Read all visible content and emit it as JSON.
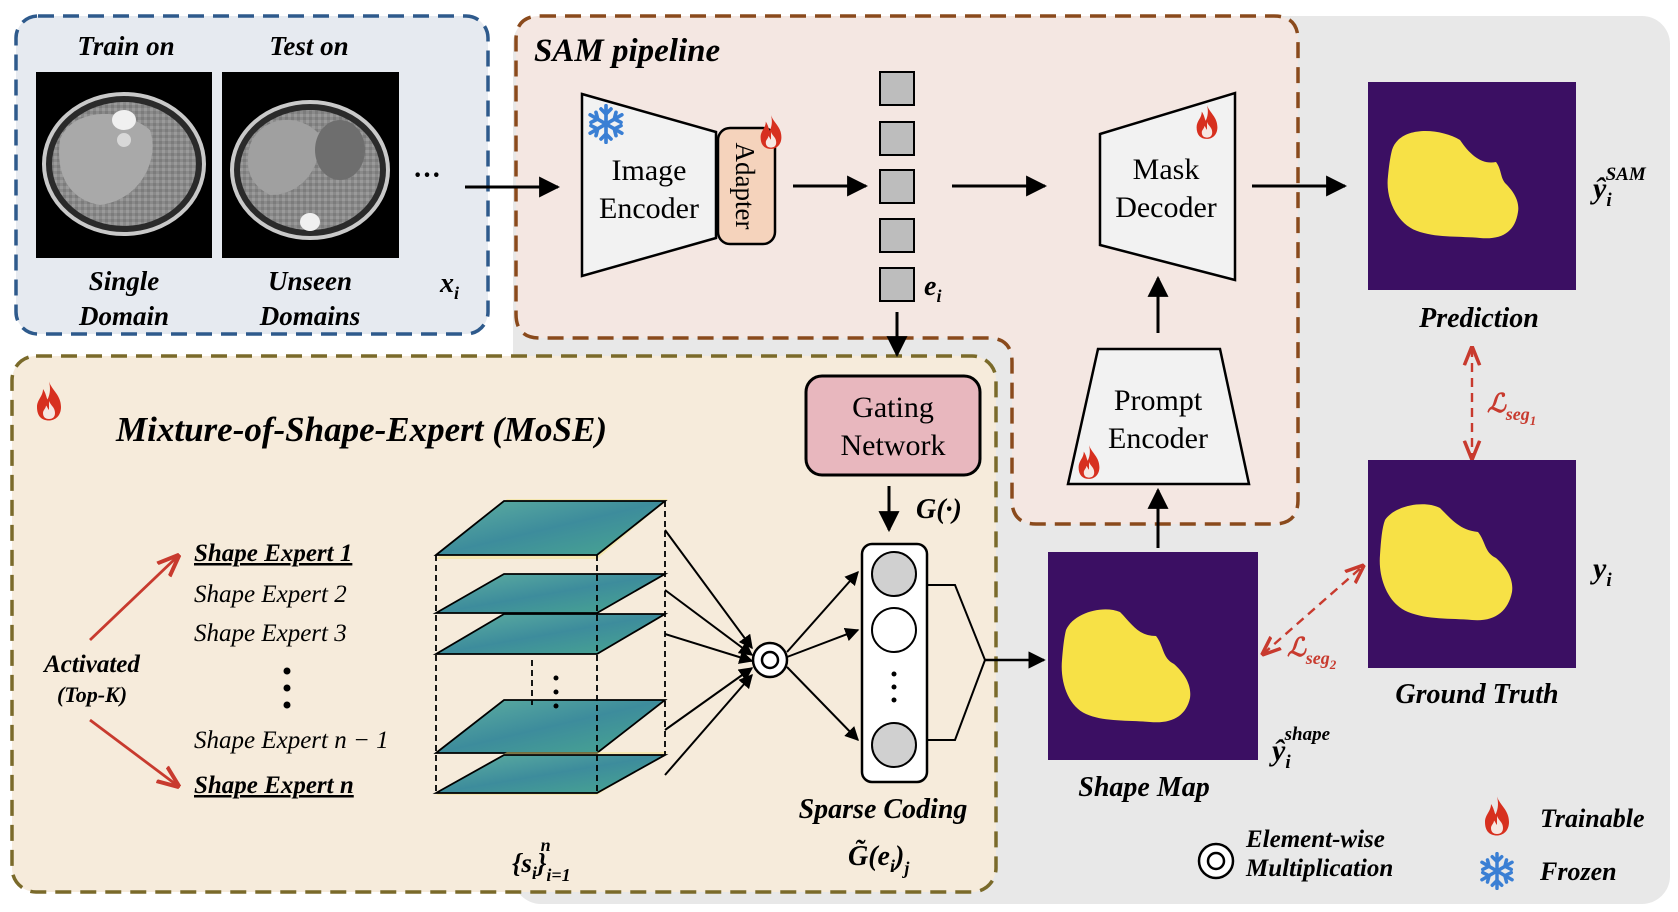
{
  "input": {
    "train_heading": "Train on",
    "test_heading": "Test on",
    "train_caption_line1": "Single",
    "train_caption_line2": "Domain",
    "test_caption_line1": "Unseen",
    "test_caption_line2": "Domains",
    "ellipsis": "···",
    "x_label": "x",
    "x_sub": "i"
  },
  "sam": {
    "title": "SAM pipeline",
    "image_encoder_line1": "Image",
    "image_encoder_line2": "Encoder",
    "adapter": "Adapter",
    "embedding_label": "e",
    "embedding_sub": "i",
    "mask_decoder_line1": "Mask",
    "mask_decoder_line2": "Decoder",
    "prompt_encoder_line1": "Prompt",
    "prompt_encoder_line2": "Encoder"
  },
  "mose": {
    "title": "Mixture-of-Shape-Expert (MoSE)",
    "gating_line1": "Gating",
    "gating_line2": "Network",
    "gating_output": "G(·)",
    "activated_line1": "Activated",
    "activated_line2": "(Top-K)",
    "experts": [
      {
        "label": "Shape Expert 1",
        "active": true
      },
      {
        "label": "Shape Expert 2",
        "active": false
      },
      {
        "label": "Shape Expert 3",
        "active": false
      },
      {
        "label": "Shape Expert n − 1",
        "active": false
      },
      {
        "label": "Shape Expert n",
        "active": true
      }
    ],
    "stack_label": "{s",
    "stack_sub": "i",
    "stack_suffix": "}",
    "stack_range_sub": "i=1",
    "stack_range_sup": "n",
    "sparse_coding": "Sparse Coding",
    "sparse_formula": "G̃(e",
    "sparse_formula_sub": "i",
    "sparse_formula_end": ")",
    "sparse_formula_j": "j"
  },
  "outputs": {
    "prediction": "Prediction",
    "prediction_symbol": "ŷ",
    "prediction_sub": "i",
    "prediction_sup": "SAM",
    "ground_truth": "Ground Truth",
    "gt_symbol": "y",
    "gt_sub": "i",
    "shape_map": "Shape Map",
    "shape_symbol": "ŷ",
    "shape_sub": "i",
    "shape_sup": "shape",
    "loss1": "ℒ",
    "loss1_sub": "seg",
    "loss1_subsub": "1",
    "loss2": "ℒ",
    "loss2_sub": "seg",
    "loss2_subsub": "2"
  },
  "legend": {
    "multiplication_line1": "Element-wise",
    "multiplication_line2": "Multiplication",
    "trainable": "Trainable",
    "frozen": "Frozen"
  },
  "colors": {
    "input_panel_bg": "#e6eaf0",
    "input_panel_border": "#2e5a8c",
    "sam_panel_bg": "#f4e7e2",
    "sam_panel_border": "#8a4a1c",
    "mose_panel_bg": "#f6ebdb",
    "mose_panel_border": "#7a6a2a",
    "grey_region": "#e8e8e8",
    "gating_fill": "#e8b7be",
    "adapter_fill": "#f5d3bc",
    "mask_bg": "#3b0f63",
    "mask_fg": "#f7e146",
    "arrow_red": "#c83a2e",
    "flame": "#d7301f",
    "snow": "#3a7fd4"
  }
}
